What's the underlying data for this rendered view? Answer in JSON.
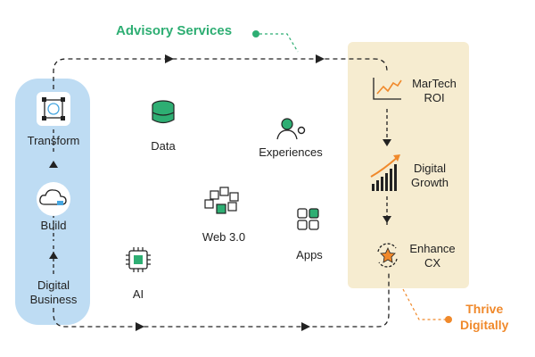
{
  "titles": {
    "advisory": "Advisory Services",
    "thrive": "Thrive\nDigitally"
  },
  "left_column": {
    "transform": "Transform",
    "build": "Build",
    "digital_business": "Digital\nBusiness"
  },
  "center_items": {
    "data": "Data",
    "experiences": "Experiences",
    "web3": "Web 3.0",
    "apps": "Apps",
    "ai": "AI"
  },
  "right_column": {
    "martech": "MarTech\nROI",
    "growth": "Digital\nGrowth",
    "enhance": "Enhance\nCX"
  },
  "colors": {
    "green": "#2eae73",
    "orange": "#f0892b",
    "blue_panel": "#bedcf3",
    "cream_panel": "#f6ecd0",
    "dark": "#222222"
  }
}
